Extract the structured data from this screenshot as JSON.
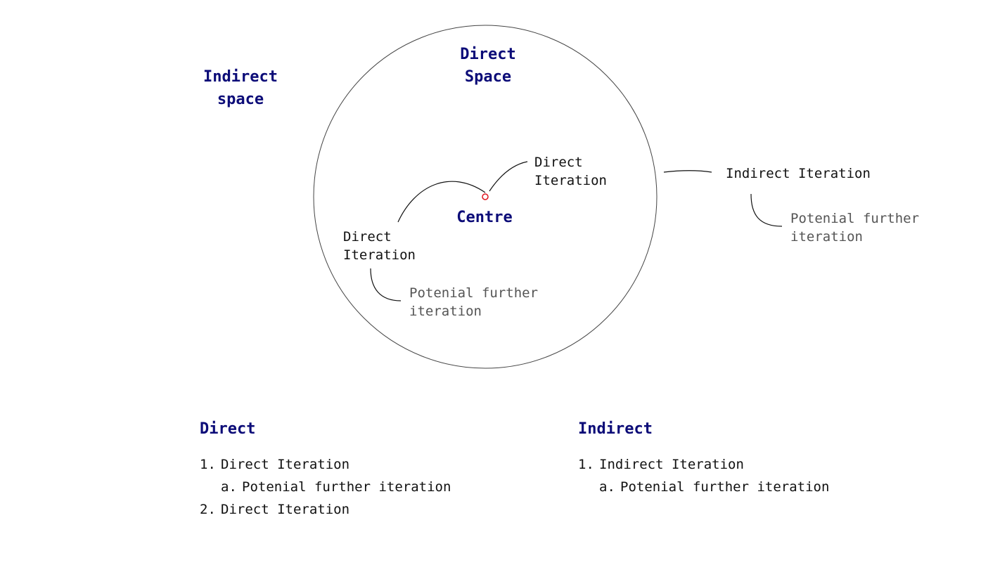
{
  "diagram": {
    "indirect_space": [
      "Indirect",
      "space"
    ],
    "direct_space": [
      "Direct",
      "Space"
    ],
    "centre": "Centre",
    "direct_iteration_upper": [
      "Direct",
      "Iteration"
    ],
    "direct_iteration_lower": [
      "Direct",
      "Iteration"
    ],
    "further_inside": [
      "Potenial further",
      "iteration"
    ],
    "indirect_iteration": "Indirect Iteration",
    "further_outside": [
      "Potenial further",
      "iteration"
    ],
    "colors": {
      "heading": "#0c0c78",
      "centre_marker": "#e0141e",
      "muted_text": "#555555",
      "line": "#111111"
    }
  },
  "legend": {
    "direct": {
      "title": "Direct",
      "items": [
        {
          "marker": "1.",
          "text": "Direct Iteration"
        },
        {
          "marker": "a.",
          "text": "Potenial further iteration"
        },
        {
          "marker": "2.",
          "text": "Direct Iteration"
        }
      ]
    },
    "indirect": {
      "title": "Indirect",
      "items": [
        {
          "marker": "1.",
          "text": "Indirect Iteration"
        },
        {
          "marker": "a.",
          "text": "Potenial further iteration"
        }
      ]
    }
  }
}
